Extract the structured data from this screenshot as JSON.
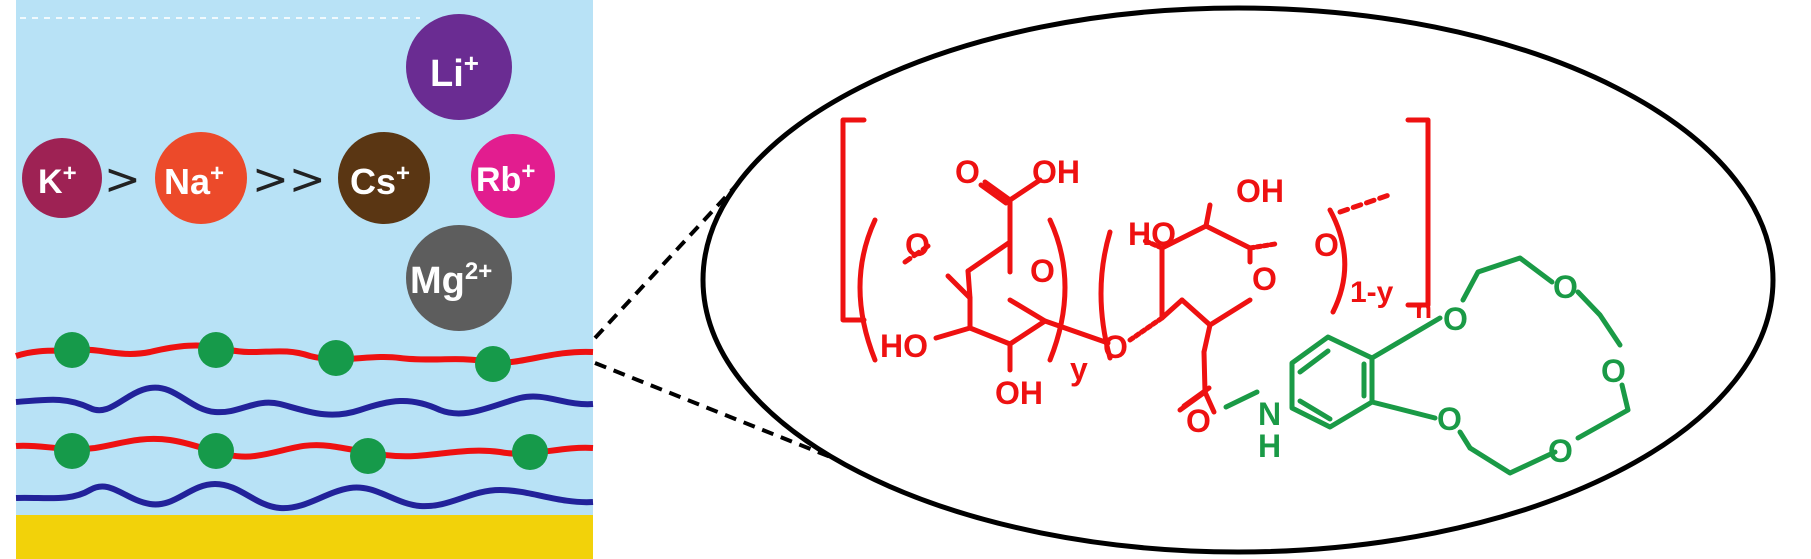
{
  "panel": {
    "background": "#b8e2f6",
    "substrate_color": "#f2d20a",
    "ions": [
      {
        "id": "li",
        "label": "Li",
        "charge": "+",
        "color": "#6a2c92"
      },
      {
        "id": "k",
        "label": "K",
        "charge": "+",
        "color": "#9e2254"
      },
      {
        "id": "na",
        "label": "Na",
        "charge": "+",
        "color": "#ec4a2a"
      },
      {
        "id": "cs",
        "label": "Cs",
        "charge": "+",
        "color": "#5a3613"
      },
      {
        "id": "rb",
        "label": "Rb",
        "charge": "+",
        "color": "#e21d8f"
      },
      {
        "id": "mg",
        "label": "Mg",
        "charge": "2+",
        "color": "#5d5d5d"
      }
    ],
    "selectivity_separators": [
      ">",
      ">>"
    ],
    "layer_colors": {
      "modified": "#ee1111",
      "plain": "#22229a",
      "crown_dot": "#169a4a"
    }
  },
  "structure": {
    "red_color": "#ee1111",
    "green_color": "#1a9a46",
    "red_labels": {
      "o_carbonyl_top": "O",
      "oh_acid": "OH",
      "o_left_link": "O",
      "o_ring_left": "O",
      "ho_left": "HO",
      "oh_bottom": "OH",
      "subscript_y": "y",
      "o_glyco": "O",
      "ho_right": "HO",
      "oh_right_top": "OH",
      "o_right_link": "O",
      "o_ring_right": "O",
      "subscript_one_minus_y": "1-y",
      "o_amide": "O",
      "subscript_n": "n"
    },
    "green_labels": {
      "n_amide": "N",
      "h_amide": "H",
      "o_crown_1": "O",
      "o_crown_2": "O",
      "o_crown_3": "O",
      "o_crown_4": "O",
      "o_crown_5": "O"
    }
  }
}
